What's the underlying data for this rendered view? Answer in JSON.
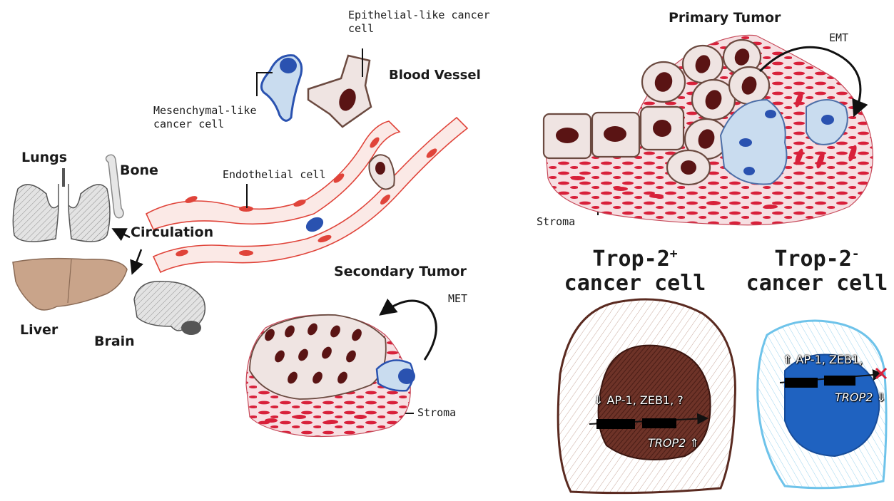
{
  "labels": {
    "epithelial_cell": "Epithelial-like cancer\ncell",
    "mesenchymal_cell": "Mesenchymal-like\ncancer cell",
    "blood_vessel": "Blood Vessel",
    "endothelial_cell": "Endothelial cell",
    "lungs": "Lungs",
    "bone": "Bone",
    "circulation": "Circulation",
    "liver": "Liver",
    "brain": "Brain",
    "secondary_tumor": "Secondary Tumor",
    "met": "MET",
    "stroma_secondary": "Stroma",
    "primary_tumor": "Primary Tumor",
    "emt": "EMT",
    "stroma_primary": "Stroma"
  },
  "trop_pos": {
    "title_prefix": "Trop-2",
    "title_sup": "+",
    "title_line2": "cancer cell",
    "arrow": "⇓",
    "factors": "AP-1, ZEB1, ?",
    "gene": "TROP2",
    "gene_arrow": "⇑"
  },
  "trop_neg": {
    "title_prefix": "Trop-2",
    "title_sup": "-",
    "title_line2": "cancer cell",
    "arrow": "⇑",
    "factors": "AP-1, ZEB1,",
    "gene": "TROP2",
    "gene_arrow": "⇓"
  },
  "colors": {
    "epithelial": "#7a4a3c",
    "nucleus": "#5a1414",
    "mesenchymal": "#2a52b0",
    "vessel": "#e0443a",
    "stroma": "#d8203a",
    "outline": "#1a1a1a",
    "organ_gray": "#7a7a7a",
    "liver": "#c9a48a",
    "trop_neg_fill": "#1f62c0",
    "trop_neg_outline": "#6ec3ea"
  }
}
